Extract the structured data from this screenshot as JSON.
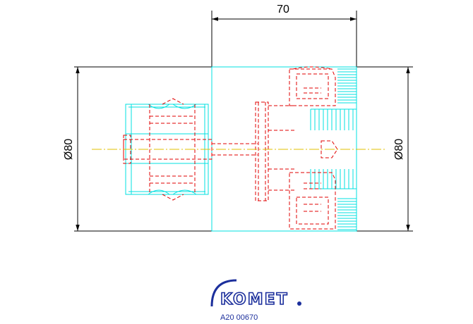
{
  "dimensions": {
    "width_top": "70",
    "diameter_left": "Ø80",
    "diameter_right": "Ø80"
  },
  "logo": {
    "brand": "KOMET",
    "part_number": "A20 00670"
  },
  "colors": {
    "dimension_lines": "#000000",
    "outline": "#00e0e0",
    "hidden_detail": "#e00000",
    "centerline": "#e0c000",
    "brand": "#1c2f9c"
  }
}
